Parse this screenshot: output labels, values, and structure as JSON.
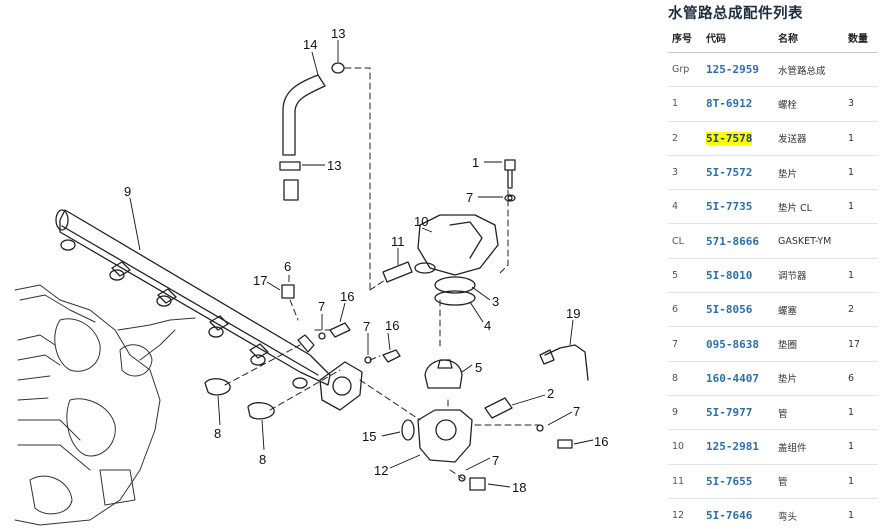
{
  "diagram": {
    "callouts": [
      "14",
      "13",
      "13",
      "9",
      "10",
      "1",
      "7",
      "11",
      "17",
      "6",
      "7",
      "16",
      "3",
      "4",
      "7",
      "16",
      "5",
      "19",
      "2",
      "7",
      "15",
      "16",
      "8",
      "8",
      "12",
      "7",
      "18"
    ]
  },
  "panel": {
    "title": "水管路总成配件列表",
    "columns": [
      "序号",
      "代码",
      "名称",
      "数量"
    ],
    "highlight_color": "#ffff00",
    "rows": [
      {
        "seq": "Grp",
        "code": "125-2959",
        "name": "水管路总成",
        "qty": ""
      },
      {
        "seq": "1",
        "code": "8T-6912",
        "name": "螺栓",
        "qty": "3"
      },
      {
        "seq": "2",
        "code": "5I-7578",
        "name": "发送器",
        "qty": "1",
        "highlighted": true
      },
      {
        "seq": "3",
        "code": "5I-7572",
        "name": "垫片",
        "qty": "1"
      },
      {
        "seq": "4",
        "code": "5I-7735",
        "name": "垫片 CL",
        "qty": "1"
      },
      {
        "seq": "CL",
        "code": "571-8666",
        "name": "GASKET-YM",
        "qty": ""
      },
      {
        "seq": "5",
        "code": "5I-8010",
        "name": "调节器",
        "qty": "1"
      },
      {
        "seq": "6",
        "code": "5I-8056",
        "name": "螺塞",
        "qty": "2"
      },
      {
        "seq": "7",
        "code": "095-8638",
        "name": "垫圈",
        "qty": "17"
      },
      {
        "seq": "8",
        "code": "160-4407",
        "name": "垫片",
        "qty": "6"
      },
      {
        "seq": "9",
        "code": "5I-7977",
        "name": "管",
        "qty": "1"
      },
      {
        "seq": "10",
        "code": "125-2981",
        "name": "盖组件",
        "qty": "1"
      },
      {
        "seq": "11",
        "code": "5I-7655",
        "name": "管",
        "qty": "1"
      },
      {
        "seq": "12",
        "code": "5I-7646",
        "name": "弯头",
        "qty": "1"
      }
    ]
  }
}
